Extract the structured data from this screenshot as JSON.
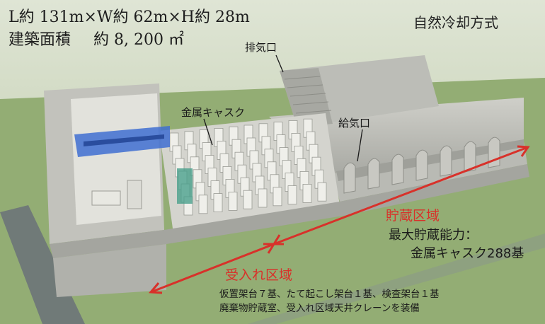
{
  "header": {
    "dimensions": "L約 131m×W約 62m×H約 28m",
    "floor_area_label": "建築面積",
    "floor_area_value": "約 8, 200 ㎡",
    "cooling_method": "自然冷却方式"
  },
  "callouts": {
    "exhaust_port": "排気口",
    "metal_cask": "金属キャスク",
    "intake_port": "給気口"
  },
  "zones": {
    "storage_zone": "貯蔵区域",
    "receiving_zone": "受入れ区域"
  },
  "capacity": {
    "title": "最大貯蔵能力：",
    "value": "金属キャスク288基"
  },
  "equipment": {
    "line1": "仮置架台７基、たて起こし架台１基、検査架台１基",
    "line2": "廃棄物貯蔵室、受入れ区域天井クレーンを装備"
  },
  "colors": {
    "accent_red": "#d8312a",
    "crane_blue": "#3f6fd1",
    "ground_green": "#8faa72"
  }
}
